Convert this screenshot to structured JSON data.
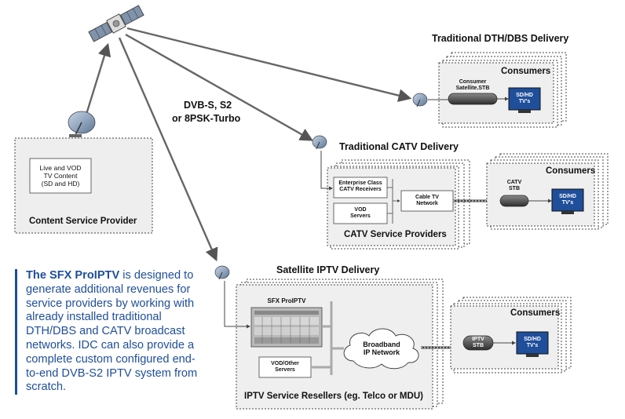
{
  "top_link": {
    "line1": "DVB-S, S2",
    "line2": "or 8PSK-Turbo"
  },
  "content_provider": {
    "inner_lines": [
      "Live and VOD",
      "TV Content",
      "(SD and HD)"
    ],
    "title": "Content Service Provider"
  },
  "dth": {
    "section_title": "Traditional DTH/DBS Delivery",
    "consumers": "Consumers",
    "stb_lines": [
      "Consumer",
      "Satellite.STB"
    ],
    "tv_lines": [
      "SD/HD",
      "TV's"
    ]
  },
  "catv": {
    "section_title": "Traditional CATV Delivery",
    "receivers_lines": [
      "Enterprise Class",
      "CATV Receivers"
    ],
    "vod_lines": [
      "VOD",
      "Servers"
    ],
    "network_lines": [
      "Cable TV",
      "Network"
    ],
    "providers_title": "CATV Service Providers",
    "consumers": "Consumers",
    "stb_lines": [
      "CATV",
      "STB"
    ],
    "tv_lines": [
      "SD/HD",
      "TV's"
    ]
  },
  "iptv": {
    "section_title": "Satellite IPTV Delivery",
    "product": "SFX ProIPTV",
    "vod_lines": [
      "VOD/Other",
      "Servers"
    ],
    "network_lines": [
      "Broadband",
      "IP Network"
    ],
    "resellers_title": "IPTV Service Resellers (eg. Telco or MDU)",
    "consumers": "Consumers",
    "stb_lines": [
      "IPTV",
      "STB"
    ],
    "tv_lines": [
      "SD/HD",
      "TV's"
    ]
  },
  "note": {
    "bold": "The SFX ProIPTV",
    "text": " is designed to generate additional revenues for service providers by working with already installed traditional DTH/DBS and CATV broadcast networks. IDC can also provide a complete custom configured end-to-end DVB-S2 IPTV system  from scratch."
  }
}
